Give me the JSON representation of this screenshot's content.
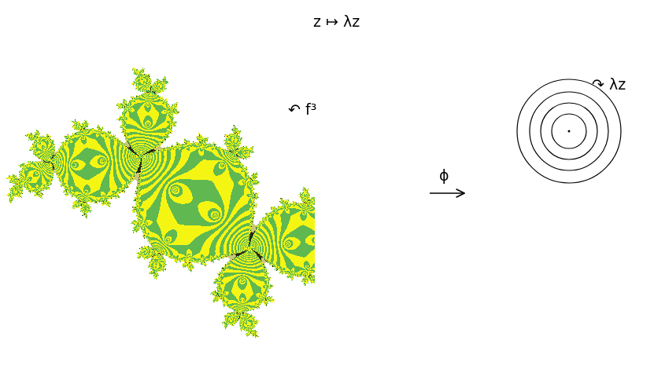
{
  "diagram": {
    "labels": [
      "z ↦ λz",
      "↶ f³",
      "ϕ",
      "↷ λz"
    ]
  }
}
